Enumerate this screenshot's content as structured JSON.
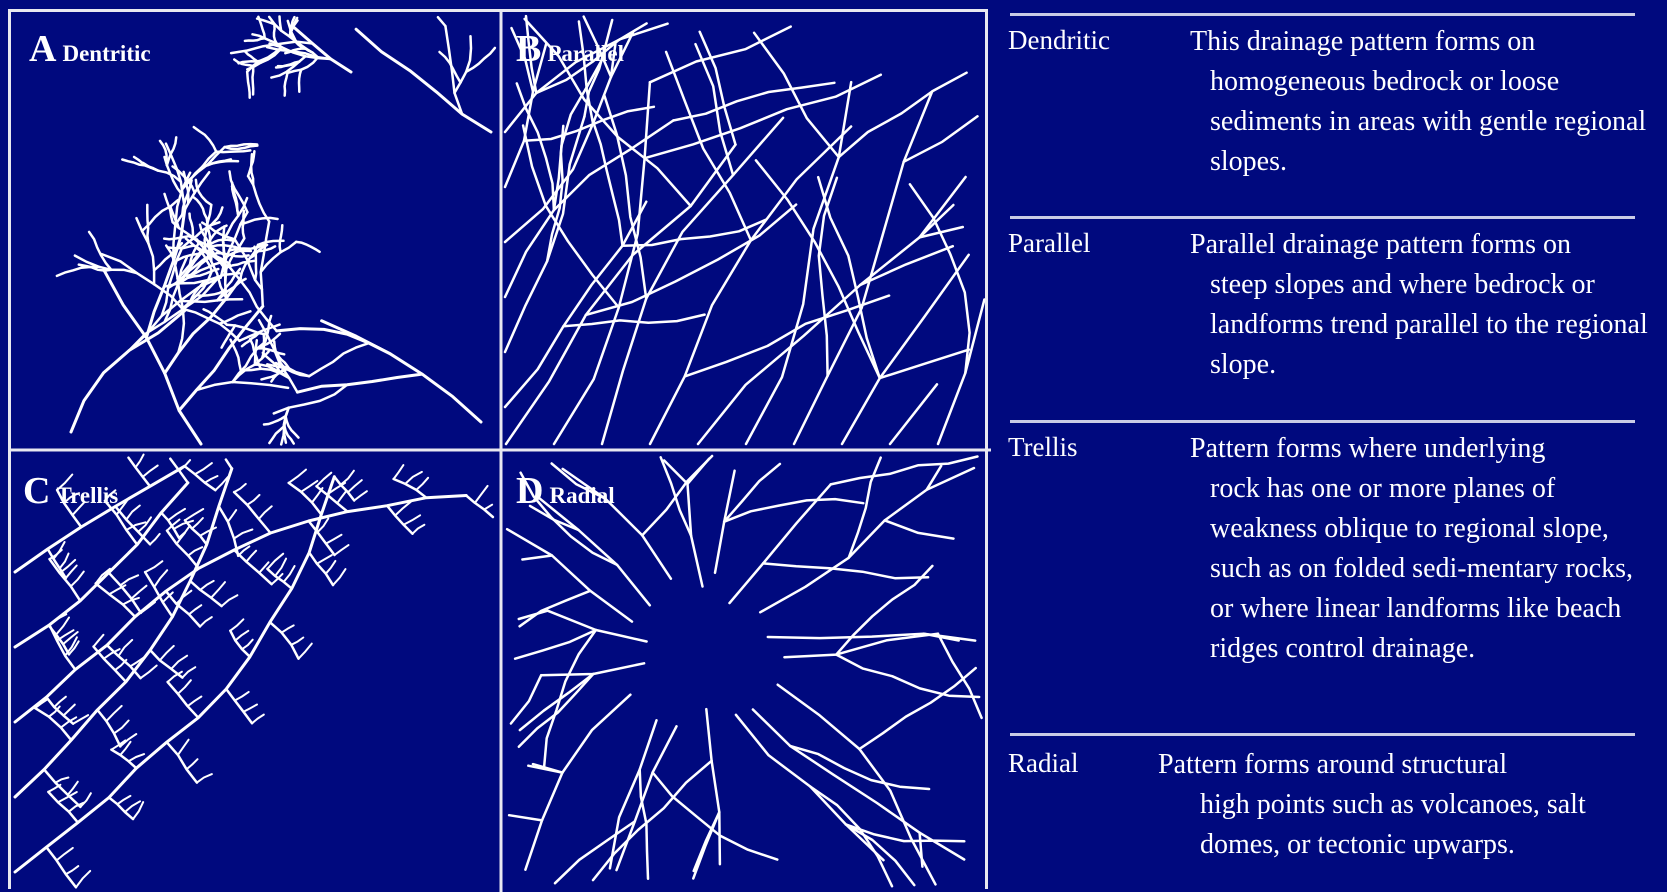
{
  "panels": [
    {
      "letter": "A",
      "name": "Dentritic"
    },
    {
      "letter": "B",
      "name": "Parallel"
    },
    {
      "letter": "C",
      "name": "Trellis"
    },
    {
      "letter": "D",
      "name": "Radial"
    }
  ],
  "colors": {
    "background": "#00097e",
    "stream": "#ffffff",
    "rule": "#c9cbe6"
  },
  "entries": [
    {
      "term": "Dendritic",
      "first_line": "This drainage pattern forms on",
      "rest": "homogeneous bedrock or loose sediments in areas with gentle regional slopes."
    },
    {
      "term": "Parallel",
      "first_line": "Parallel drainage pattern forms on",
      "rest": "steep slopes and where bedrock or landforms trend parallel to the regional slope."
    },
    {
      "term": "Trellis",
      "first_line": "Pattern forms where underlying",
      "rest": "rock has one or more planes of weakness oblique to regional slope, such as on folded sedi-mentary rocks, or where linear landforms like beach ridges control drainage."
    },
    {
      "term": "Radial",
      "first_line": "Pattern forms around structural",
      "rest": "high points such as volcanoes, salt domes, or tectonic upwarps."
    }
  ]
}
